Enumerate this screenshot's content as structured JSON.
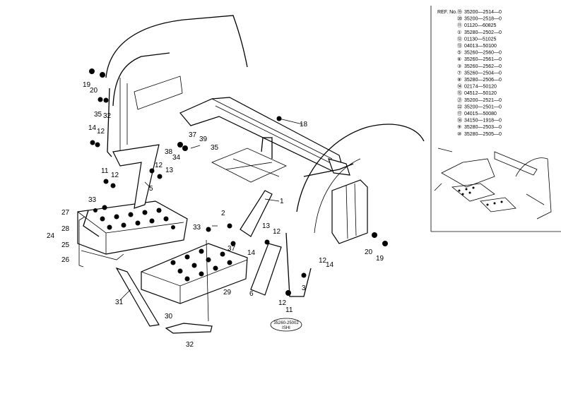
{
  "diagram": {
    "parts_list": {
      "header": "REF. No.",
      "rows": [
        {
          "ref": "⑲",
          "part": "35200—2514—0"
        },
        {
          "ref": "⑳",
          "part": "35200—2518—0"
        },
        {
          "ref": "⑪",
          "part": "01120—60825"
        },
        {
          "ref": "①",
          "part": "35280—2502—0"
        },
        {
          "ref": "⑫",
          "part": "01130—51025"
        },
        {
          "ref": "⑬",
          "part": "04013—50100"
        },
        {
          "ref": "⑤",
          "part": "35260—2560—0"
        },
        {
          "ref": "⑥",
          "part": "35260—2561—0"
        },
        {
          "ref": "③",
          "part": "35260—2562—0"
        },
        {
          "ref": "⑦",
          "part": "35260—2504—0"
        },
        {
          "ref": "⑧",
          "part": "35280—2506—0"
        },
        {
          "ref": "⑭",
          "part": "02174—50120"
        },
        {
          "ref": "⑮",
          "part": "04512—50120"
        },
        {
          "ref": "㉑",
          "part": "35200—2521—0"
        },
        {
          "ref": "㉒",
          "part": "35200—2501—0"
        },
        {
          "ref": "⑰",
          "part": "04015—50080"
        },
        {
          "ref": "⑱",
          "part": "34150—1918—0"
        },
        {
          "ref": "⑨",
          "part": "35280—2503—0"
        },
        {
          "ref": "⑩",
          "part": "35280—2505—0"
        }
      ]
    },
    "callouts": {
      "c1": "1",
      "c2": "2",
      "c3": "3",
      "c5": "5",
      "c6": "6",
      "c11a": "11",
      "c11b": "11",
      "c12a": "12",
      "c12b": "12",
      "c12c": "12",
      "c12d": "12",
      "c12e": "12",
      "c13a": "13",
      "c13b": "13",
      "c14a": "14",
      "c14b": "14",
      "c14c": "14",
      "c18": "18",
      "c19a": "19",
      "c19b": "19",
      "c20a": "20",
      "c20b": "20",
      "c24": "24",
      "c25": "25",
      "c26": "26",
      "c27": "27",
      "c28": "28",
      "c29": "29",
      "c30": "30",
      "c31": "31",
      "c32": "32",
      "c33a": "33",
      "c33b": "33",
      "c34": "34",
      "c35a": "35",
      "c35b": "35",
      "c37a": "37",
      "c37b": "37",
      "c38": "38",
      "c39": "39"
    },
    "stamp": {
      "line1": "35260-25002",
      "line2": "ISHI"
    }
  }
}
